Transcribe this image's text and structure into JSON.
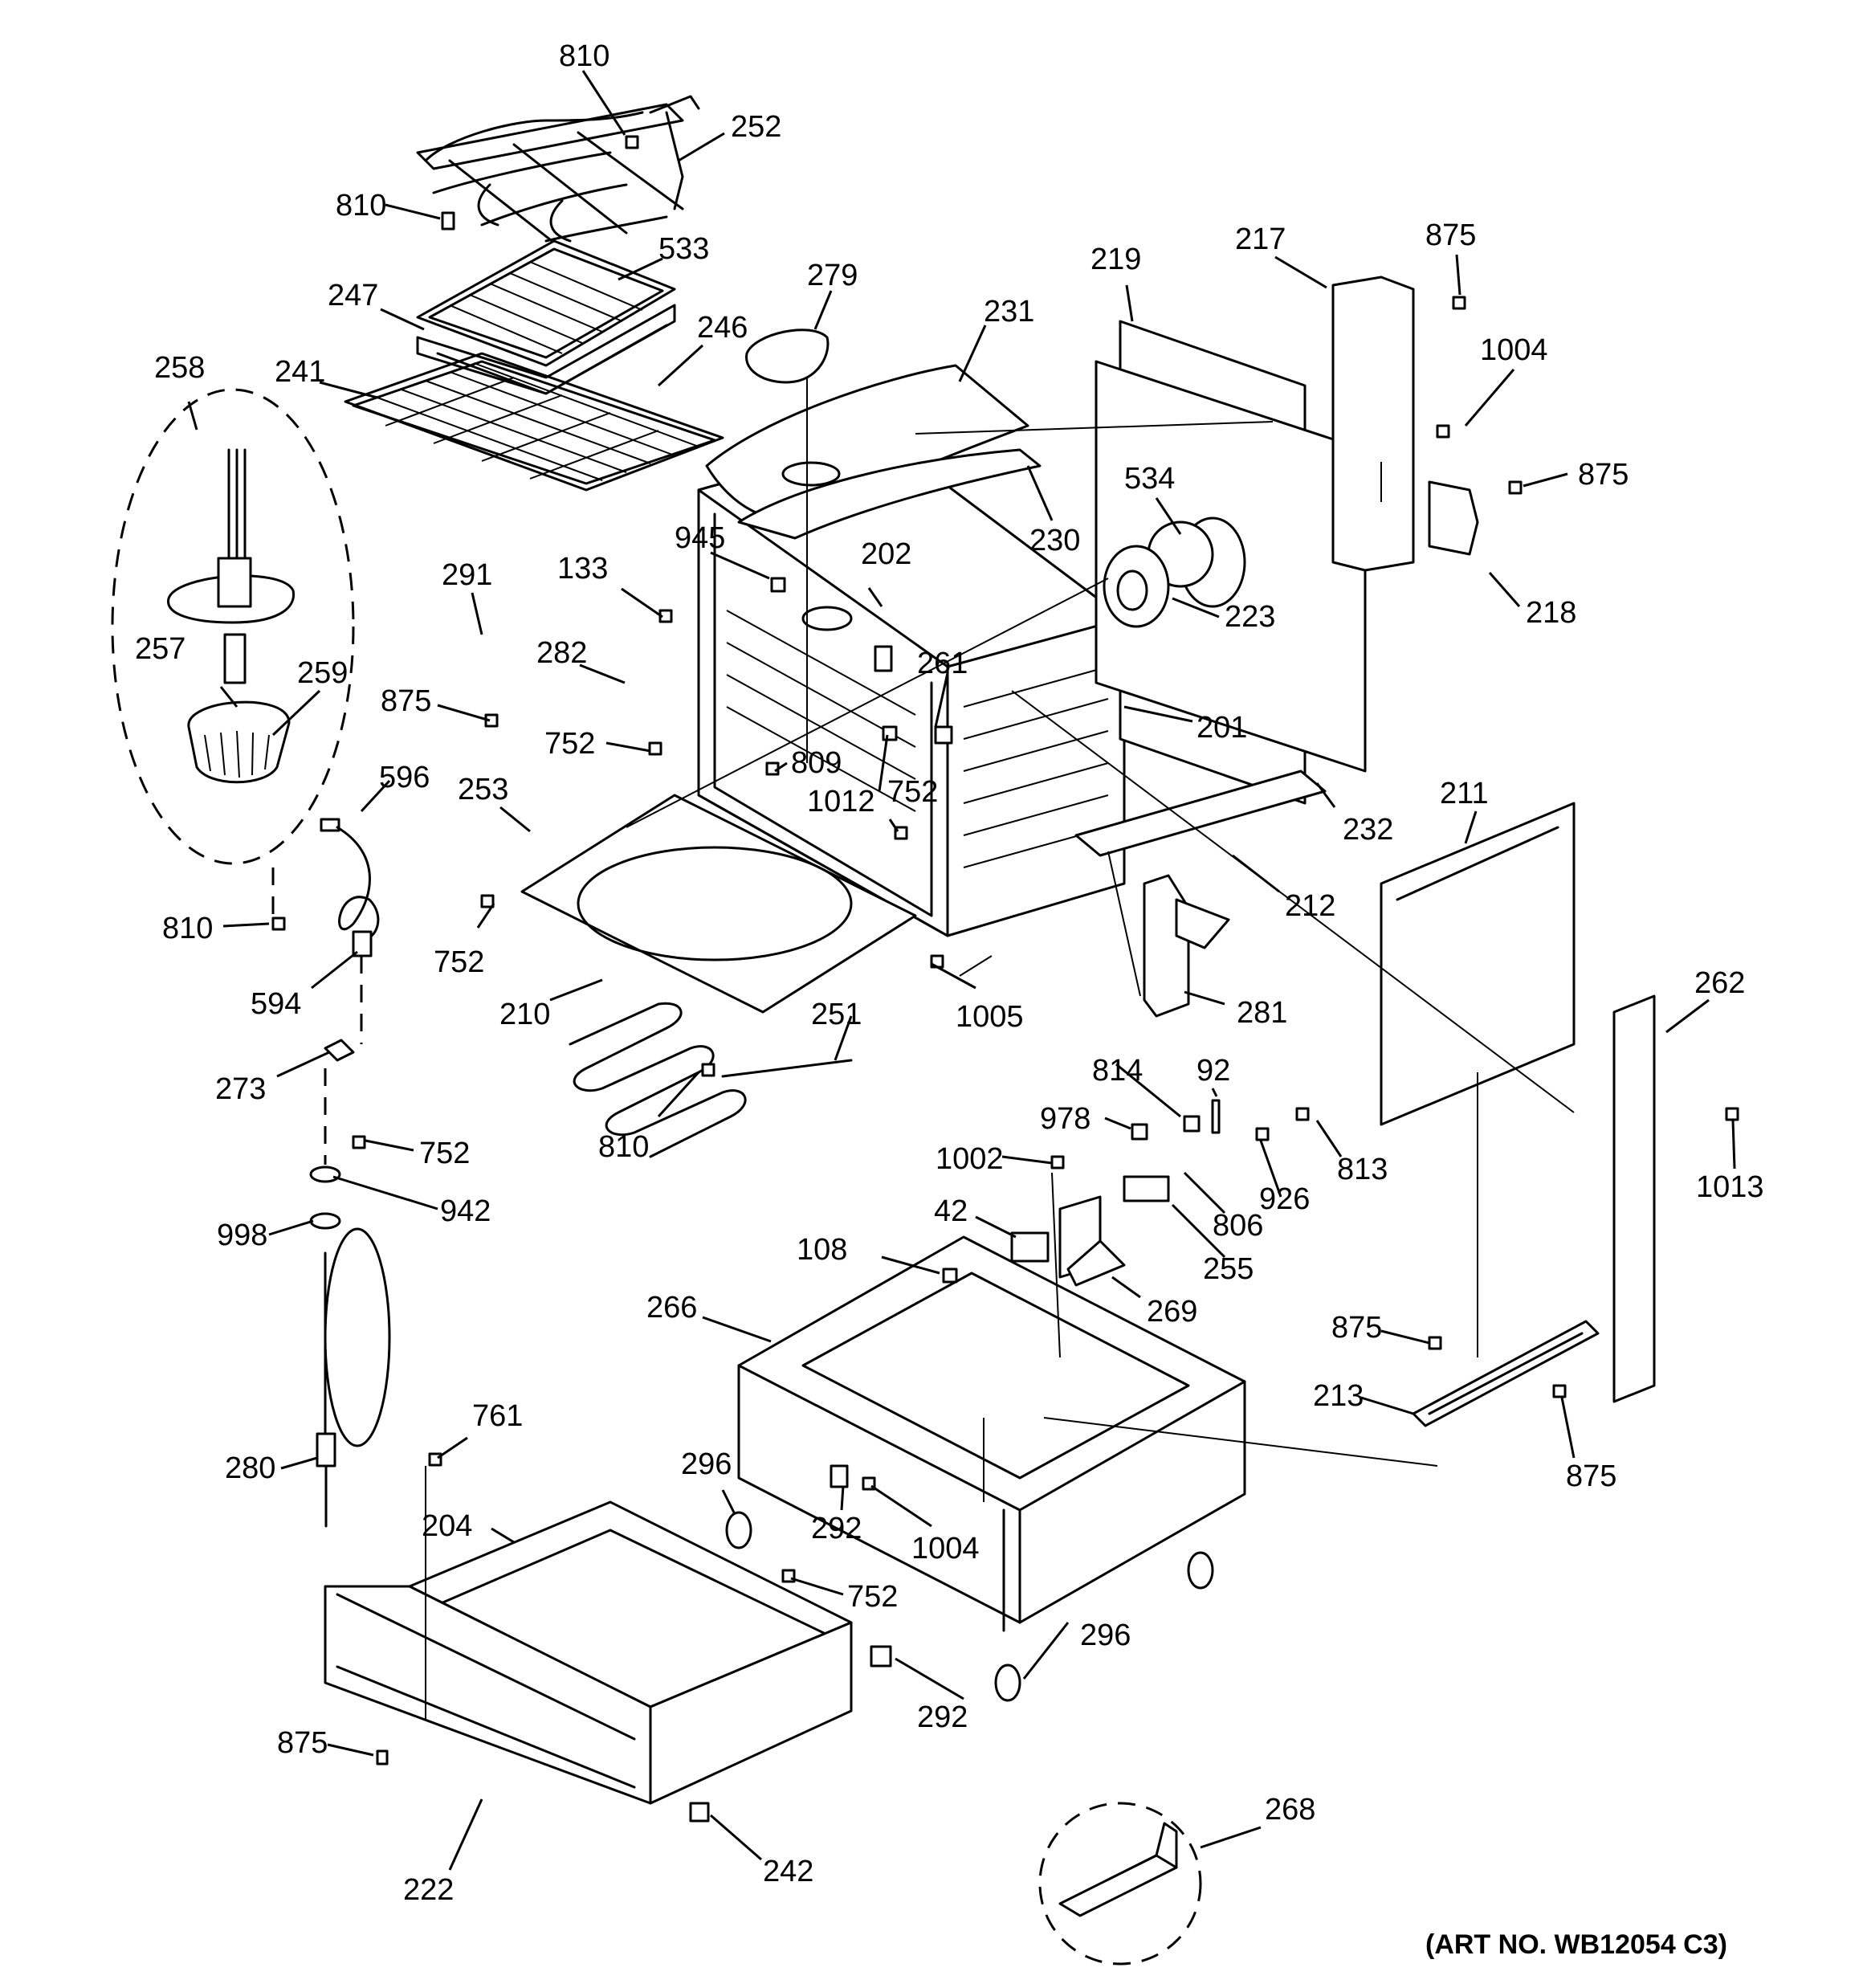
{
  "art_number": "(ART NO. WB12054 C3)",
  "callouts": [
    {
      "id": "c810a",
      "text": "810"
    },
    {
      "id": "c252",
      "text": "252"
    },
    {
      "id": "c810b",
      "text": "810"
    },
    {
      "id": "c533",
      "text": "533"
    },
    {
      "id": "c247",
      "text": "247"
    },
    {
      "id": "c246",
      "text": "246"
    },
    {
      "id": "c241",
      "text": "241"
    },
    {
      "id": "c258",
      "text": "258"
    },
    {
      "id": "c279",
      "text": "279"
    },
    {
      "id": "c231",
      "text": "231"
    },
    {
      "id": "c219",
      "text": "219"
    },
    {
      "id": "c217",
      "text": "217"
    },
    {
      "id": "c875a",
      "text": "875"
    },
    {
      "id": "c1004a",
      "text": "1004"
    },
    {
      "id": "c875b",
      "text": "875"
    },
    {
      "id": "c534",
      "text": "534"
    },
    {
      "id": "c230",
      "text": "230"
    },
    {
      "id": "c945",
      "text": "945"
    },
    {
      "id": "c133",
      "text": "133"
    },
    {
      "id": "c202",
      "text": "202"
    },
    {
      "id": "c223",
      "text": "223"
    },
    {
      "id": "c218",
      "text": "218"
    },
    {
      "id": "c291",
      "text": "291"
    },
    {
      "id": "c282",
      "text": "282"
    },
    {
      "id": "c261",
      "text": "261"
    },
    {
      "id": "c257",
      "text": "257"
    },
    {
      "id": "c259",
      "text": "259"
    },
    {
      "id": "c875c",
      "text": "875"
    },
    {
      "id": "c201",
      "text": "201"
    },
    {
      "id": "c752a",
      "text": "752"
    },
    {
      "id": "c809",
      "text": "809"
    },
    {
      "id": "c752b",
      "text": "752"
    },
    {
      "id": "c596",
      "text": "596"
    },
    {
      "id": "c253",
      "text": "253"
    },
    {
      "id": "c1012",
      "text": "1012"
    },
    {
      "id": "c232",
      "text": "232"
    },
    {
      "id": "c211",
      "text": "211"
    },
    {
      "id": "c212",
      "text": "212"
    },
    {
      "id": "c810c",
      "text": "810"
    },
    {
      "id": "c752c",
      "text": "752"
    },
    {
      "id": "c594",
      "text": "594"
    },
    {
      "id": "c210",
      "text": "210"
    },
    {
      "id": "c1005",
      "text": "1005"
    },
    {
      "id": "c281",
      "text": "281"
    },
    {
      "id": "c262",
      "text": "262"
    },
    {
      "id": "c251",
      "text": "251"
    },
    {
      "id": "c273",
      "text": "273"
    },
    {
      "id": "c814",
      "text": "814"
    },
    {
      "id": "c92",
      "text": "92"
    },
    {
      "id": "c978",
      "text": "978"
    },
    {
      "id": "c810d",
      "text": "810"
    },
    {
      "id": "c752d",
      "text": "752"
    },
    {
      "id": "c1002",
      "text": "1002"
    },
    {
      "id": "c813",
      "text": "813"
    },
    {
      "id": "c942",
      "text": "942"
    },
    {
      "id": "c926",
      "text": "926"
    },
    {
      "id": "c1013",
      "text": "1013"
    },
    {
      "id": "c998",
      "text": "998"
    },
    {
      "id": "c42",
      "text": "42"
    },
    {
      "id": "c806",
      "text": "806"
    },
    {
      "id": "c108",
      "text": "108"
    },
    {
      "id": "c255",
      "text": "255"
    },
    {
      "id": "c266",
      "text": "266"
    },
    {
      "id": "c269",
      "text": "269"
    },
    {
      "id": "c875d",
      "text": "875"
    },
    {
      "id": "c213",
      "text": "213"
    },
    {
      "id": "c761",
      "text": "761"
    },
    {
      "id": "c280",
      "text": "280"
    },
    {
      "id": "c296a",
      "text": "296"
    },
    {
      "id": "c875e",
      "text": "875"
    },
    {
      "id": "c292a",
      "text": "292"
    },
    {
      "id": "c204",
      "text": "204"
    },
    {
      "id": "c1004b",
      "text": "1004"
    },
    {
      "id": "c752e",
      "text": "752"
    },
    {
      "id": "c296b",
      "text": "296"
    },
    {
      "id": "c292b",
      "text": "292"
    },
    {
      "id": "c875f",
      "text": "875"
    },
    {
      "id": "c268",
      "text": "268"
    },
    {
      "id": "c222",
      "text": "222"
    },
    {
      "id": "c242",
      "text": "242"
    }
  ]
}
